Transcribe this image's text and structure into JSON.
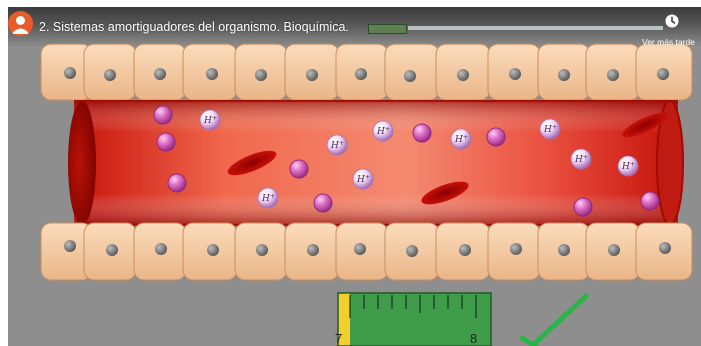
{
  "video": {
    "title": "2. Sistemas amortiguadores del organismo. Bioquímica.",
    "watch_later_label": "Ver más tarde"
  },
  "scene": {
    "ion_label": "H",
    "ion_charge": "+",
    "ruler": {
      "start_label": "7",
      "end_label": "8"
    }
  },
  "colors": {
    "cell": "#f5c79a",
    "nucleus": "#7f7f7f",
    "vessel": "#d92a1e",
    "buffer_particle": "#e070c8",
    "ruler": "#3f9d4a",
    "check": "#2bb34a",
    "channel_avatar": "#ea5b2a"
  },
  "icons": [
    "channel-avatar",
    "clock-icon",
    "checkmark-icon"
  ]
}
